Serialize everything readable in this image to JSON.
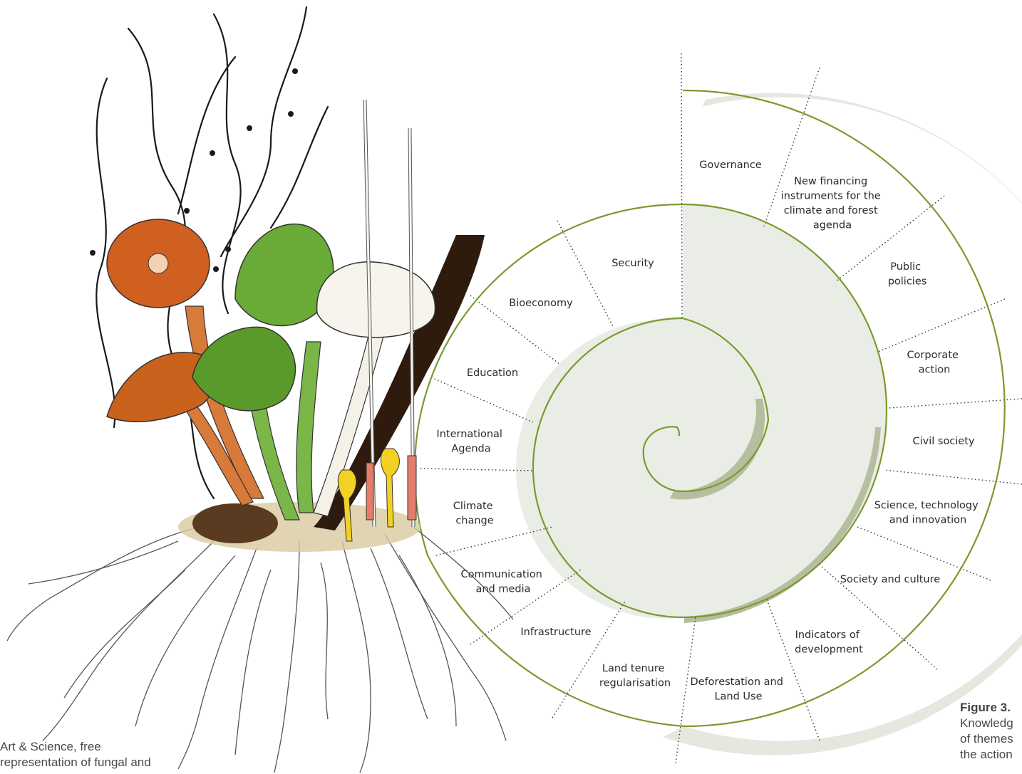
{
  "figure_caption": {
    "title": "Figure 3.",
    "line1": "Knowledg",
    "line2": "of themes",
    "line3": "the action"
  },
  "art_caption": {
    "line1": "Art & Science, free",
    "line2": "representation of fungal and"
  },
  "themes": {
    "governance": [
      "Governance"
    ],
    "new_financing": [
      "New financing",
      "instruments for the",
      "climate and forest",
      "agenda"
    ],
    "public_policies": [
      "Public",
      "policies"
    ],
    "corporate_action": [
      "Corporate",
      "action"
    ],
    "civil_society": [
      "Civil society"
    ],
    "science_tech": [
      "Science, technology",
      "and innovation"
    ],
    "society_culture": [
      "Society and culture"
    ],
    "indicators": [
      "Indicators of",
      "development"
    ],
    "deforestation": [
      "Deforestation and",
      "Land Use"
    ],
    "land_tenure": [
      "Land tenure",
      "regularisation"
    ],
    "infrastructure": [
      "Infrastructure"
    ],
    "communication": [
      "Communication",
      "and media"
    ],
    "climate_change": [
      "Climate",
      "change"
    ],
    "international_agenda": [
      "International",
      "Agenda"
    ],
    "education": [
      "Education"
    ],
    "bioeconomy": [
      "Bioeconomy"
    ],
    "security": [
      "Security"
    ]
  },
  "colors": {
    "spiral_line": "#7a9a2e",
    "fill_light": "#e8ece4",
    "shadow": "#b5bb9c",
    "divider": "#333333",
    "mushroom_orange": "#c8621c",
    "mushroom_green": "#5a9a2a",
    "soil": "#3a2415"
  },
  "illustration": {
    "icon": "fungi-illustration-icon"
  }
}
